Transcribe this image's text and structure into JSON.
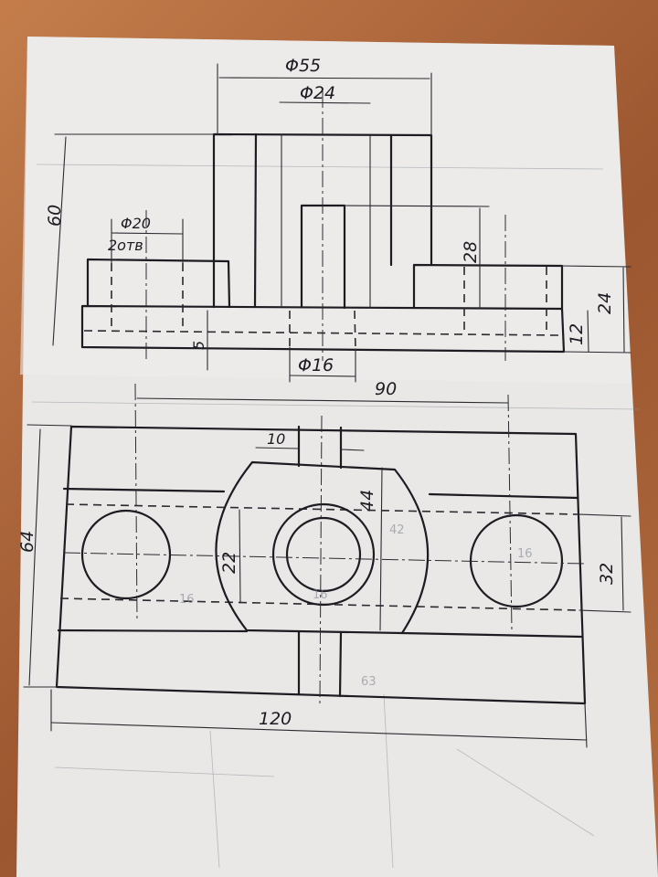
{
  "drawing": {
    "front_view": {
      "dim_top_diameter": "Φ55",
      "dim_boss_diameter": "Φ24",
      "dim_left_diameter": "Φ20",
      "dim_left_note": "2отв",
      "dim_height_total": "60",
      "dim_slot_height": "28",
      "dim_right_height": "24",
      "dim_base_height": "12",
      "dim_small_height": "5",
      "dim_bottom_diameter": "Φ16"
    },
    "top_view": {
      "dim_hole_spacing": "90",
      "dim_slot_width": "10",
      "dim_flat_width": "44",
      "dim_inner_width": "22",
      "dim_width": "64",
      "dim_right_width": "32",
      "dim_length": "120"
    },
    "pencil_notes": [
      "16",
      "16",
      "42",
      "16",
      "63"
    ]
  }
}
